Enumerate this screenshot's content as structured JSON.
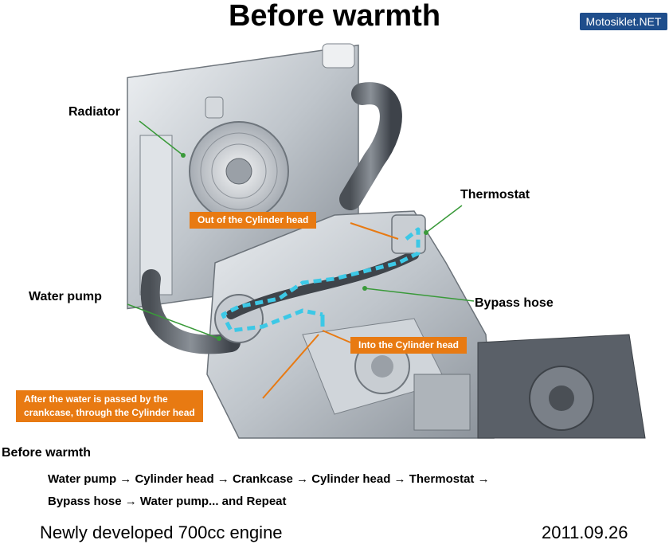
{
  "header": {
    "title": "Before warmth"
  },
  "watermark": {
    "text": "Motosiklet.NET"
  },
  "callouts": {
    "radiator": "Radiator",
    "thermostat": "Thermostat",
    "water_pump": "Water pump",
    "bypass_hose": "Bypass hose"
  },
  "flow_labels": {
    "out_cylinder_head": "Out of the Cylinder head",
    "into_cylinder_head": "Into the Cylinder head",
    "after_water_line1": "After the water is passed by the",
    "after_water_line2": "crankcase, through the Cylinder head"
  },
  "summary": {
    "heading": "Before warmth",
    "line1": "Water pump → Cylinder head → Crankcase → Cylinder head → Thermostat →",
    "line2": "Bypass hose → Water pump... and Repeat"
  },
  "footer": {
    "left": "Newly developed 700cc engine",
    "right": "2011.09.26"
  },
  "colors": {
    "callout_bg": "#e87a12",
    "flow_arrow": "#3cc8e6",
    "leader_line": "#3a9a3a",
    "watermark_bg": "#1f4e8c"
  }
}
